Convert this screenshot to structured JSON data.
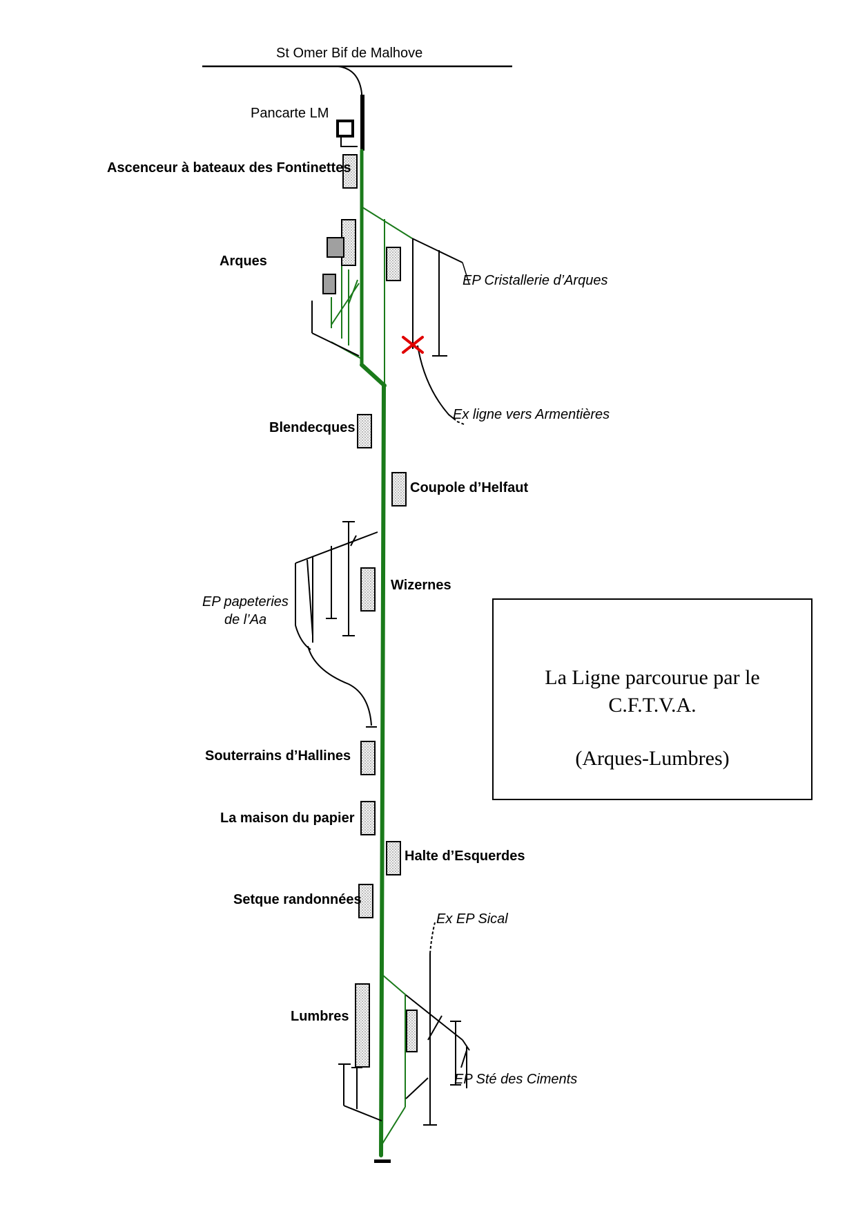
{
  "diagram": {
    "top_label": "St Omer Bif de Malhove",
    "stations": {
      "pancarte": "Pancarte LM",
      "ascenceur": "Ascenceur à bateaux des Fontinettes",
      "arques": "Arques",
      "cristallerie": "EP  Cristallerie d’Arques",
      "armentieres": "Ex ligne vers Armentières",
      "blendecques": "Blendecques",
      "coupole": "Coupole d’Helfaut",
      "wizernes": "Wizernes",
      "papeteries_1": "EP  papeteries",
      "papeteries_2": "de l’Aa",
      "hallines": "Souterrains d’Hallines",
      "maison": "La maison du papier",
      "esquerdes": "Halte d’Esquerdes",
      "setque": "Setque randonnées",
      "sical": "Ex EP Sical",
      "lumbres": "Lumbres",
      "ciments": "EP  Sté des Ciments"
    },
    "info_box": {
      "line1": "La Ligne parcourue par le",
      "line2": "C.F.T.V.A.",
      "line3": "(Arques-Lumbres)"
    },
    "colors": {
      "line_green": "#1a7a1a",
      "track_black": "#000000",
      "cross_red": "#e00000",
      "station_gray": "#a0a0a0"
    }
  }
}
